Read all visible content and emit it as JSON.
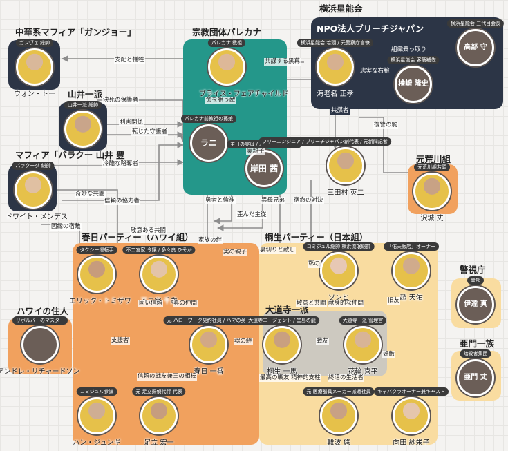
{
  "groups": {
    "hama": "横浜星能会",
    "chuka": "中華系マフィア「ガンジョー」",
    "palekana": "宗教団体パレカナ",
    "npo": "NPO法人ブリーチジャパン",
    "yamai": "山井一派",
    "barracuda": "マフィア「バラクー 山井 豊",
    "arakawa": "元荒川組",
    "kasuga": "春日パーティー（ハワイ組）",
    "kiryu": "桐生パーティー（日本組）",
    "hawaii": "ハワイの住人",
    "keishicho": "警視庁",
    "amon": "亜門一族",
    "daidoji": "大道寺一派"
  },
  "nodes": {
    "wong": {
      "name": "ウォン・トー",
      "badge": "ガンヴェ 総帥"
    },
    "yamai": {
      "name": "",
      "badge": "山井一派 総帥"
    },
    "dwight": {
      "name": "ドワイト・メンデス",
      "badge": "バラクーダ 総帥"
    },
    "bryce": {
      "name": "ブライス・フェアチャイルド",
      "badge": "パレカナ 教祖"
    },
    "rani": {
      "name": "ラニ",
      "badge": "パレカナ前教祖の孫娘"
    },
    "kishida": {
      "name": "岸田 茜",
      "badge": "主日の実母 / パレカナ美国教団"
    },
    "ebina": {
      "name": "海老名 正孝",
      "badge": "横浜星能会 若頭 / 元警察庁官僚"
    },
    "hiyama": {
      "name": "檜崎 隆史",
      "badge": "横浜星能会 客筋補佐"
    },
    "takabe": {
      "name": "高部 守",
      "badge": "横浜星能会 三代目会長"
    },
    "mitsui": {
      "name": "三田村 英二",
      "badge": "フリーエンジニア / ブリーチジャパン創代表 / 元新聞記者"
    },
    "sawashiro": {
      "name": "沢城 丈",
      "badge": "元荒川組若頭"
    },
    "eric": {
      "name": "エリック・トミザワ",
      "badge": "タクシー運転手"
    },
    "chitose": {
      "name": "不二宮 千歳",
      "badge": "不二宮家 令嬢 / 多々良 ひそか"
    },
    "kasuga": {
      "name": "春日 一番",
      "badge": "元 ハローワーク契約社員 / ハマの英雄"
    },
    "kiryu": {
      "name": "桐生 一馬",
      "badge": "大道寺エージェント / 堂島の龍"
    },
    "hanawa": {
      "name": "花輪 喜平",
      "badge": "大道寺一派 管理官"
    },
    "sonhi": {
      "name": "ソンヒ",
      "badge": "コミジュル総帥 横浜流氓総帥"
    },
    "zhao": {
      "name": "趙 天佑",
      "badge": "「佑天飯店」オーナー"
    },
    "andre": {
      "name": "アンドレ・リチャードソン",
      "badge": "リボルバーのマスター"
    },
    "date": {
      "name": "伊達 真",
      "badge": "警部"
    },
    "amon": {
      "name": "亜門 丈",
      "badge": "暗殺者集団"
    },
    "hanjun": {
      "name": "ハン・ジュンギ",
      "badge": "コミジュル参謀"
    },
    "adachi": {
      "name": "足立 宏一",
      "badge": "元 足立探偵代行 代表"
    },
    "nanba": {
      "name": "難波 悠",
      "badge": "元 医療器具メーカー派遣社員"
    },
    "saeko": {
      "name": "向田 紗栄子",
      "badge": "キャバクラオーナー兼キャスト"
    }
  },
  "edges": {
    "e1": "支配と犠牲",
    "e2": "共謀する黒幕",
    "e3": "命を狙う敵",
    "e4": "決死の保護者",
    "e5": "利害関係",
    "e6": "転じた守護者",
    "e7": "冷酷な略奪者",
    "e8": "奇妙な共闘",
    "e9": "信頼の協力者",
    "e10": "因縁の宿敵",
    "e11": "組織乗っ取り",
    "e12": "忠実な右腕",
    "e13": "共謀者",
    "e14": "復讐の駒",
    "e15": "実親子",
    "e16": "勇者と倫神",
    "e17": "家族の絆",
    "e18": "歪んだ主従",
    "e19": "異母兄弟",
    "e20": "宿命の対決",
    "e21": "実の親子",
    "e22": "裏切りと赦し",
    "e23": "敬意ある共闘",
    "e24": "固い信頼",
    "e25": "真の仲間",
    "e26": "支援者",
    "e27": "魂の絆",
    "e28": "戦友",
    "e29": "敬意と共闘",
    "e30": "献身的な仲間",
    "e31": "信頼の戦友兼三の相棒",
    "e32": "最高の戦友",
    "e33": "精神的支柱",
    "e34": "終活の生活者",
    "e35": "彰の",
    "e36": "好敵",
    "e37": "旧友"
  },
  "colors": {
    "navy": "#2c3546",
    "teal": "#24978a",
    "orange": "#f1a15e",
    "cream": "#f9dca0",
    "gray": "#c6c6c6",
    "edge": "#8d8d8d"
  }
}
